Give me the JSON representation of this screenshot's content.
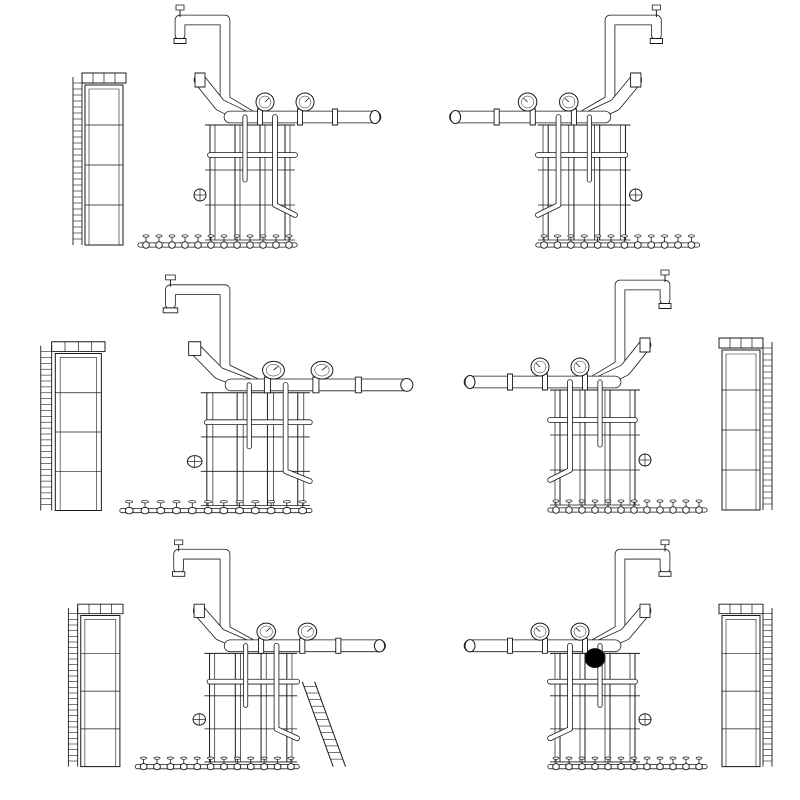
{
  "illustration": {
    "background_color": "#ffffff",
    "line_color": "#1a1a1a",
    "fill_color": "#ffffff",
    "accent_fill_color": "#000000",
    "views": [
      {
        "name": "view-top-left",
        "has_tower": true,
        "has_tall_pipe": true,
        "has_stair": false,
        "has_black_disc": false
      },
      {
        "name": "view-top-right",
        "has_tower": false,
        "has_tall_pipe": true,
        "has_stair": false,
        "has_black_disc": false
      },
      {
        "name": "view-middle-left",
        "has_tower": true,
        "has_tall_pipe": true,
        "has_stair": false,
        "has_black_disc": false
      },
      {
        "name": "view-middle-right",
        "has_tower": true,
        "has_tall_pipe": true,
        "has_stair": false,
        "has_black_disc": false
      },
      {
        "name": "view-bottom-left",
        "has_tower": true,
        "has_tall_pipe": true,
        "has_stair": true,
        "has_black_disc": false
      },
      {
        "name": "view-bottom-right",
        "has_tower": true,
        "has_tall_pipe": true,
        "has_stair": false,
        "has_black_disc": true
      }
    ]
  }
}
